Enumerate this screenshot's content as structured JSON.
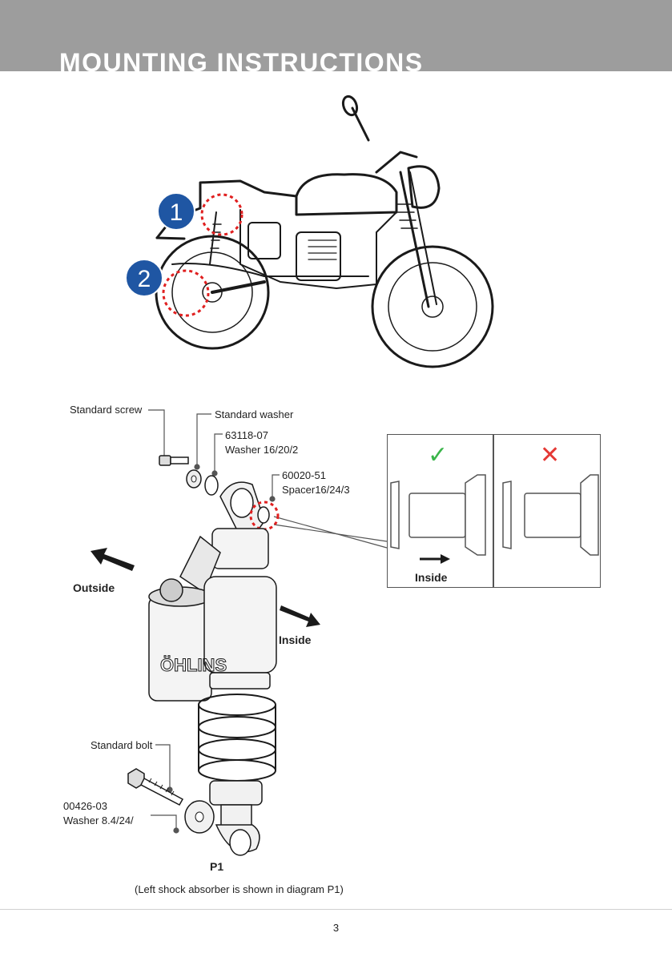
{
  "header": {
    "title": "MOUNTING INSTRUCTIONS"
  },
  "overview": {
    "callout_1": "1",
    "callout_2": "2"
  },
  "parts": {
    "standard_screw": "Standard screw",
    "standard_washer": "Standard washer",
    "washer_1_code": "63118-07",
    "washer_1_name": "Washer 16/20/2",
    "spacer_code": "60020-51",
    "spacer_name": "Spacer16/24/3",
    "standard_bolt": "Standard bolt",
    "washer_2_code": "00426-03",
    "washer_2_name": "Washer 8.4/24/"
  },
  "directions": {
    "outside": "Outside",
    "inside": "Inside"
  },
  "detail_panel": {
    "inside_label": "Inside",
    "correct_mark": "✓",
    "wrong_mark": "✕"
  },
  "shock_brand": "ÖHLINS",
  "diagram": {
    "label": "P1",
    "caption": "(Left shock absorber is shown in diagram P1)"
  },
  "footer": {
    "page_number": "3"
  },
  "colors": {
    "header": "#9d9d9d",
    "callout_blue": "#1f56a3",
    "highlight_red": "#e02020",
    "check_green": "#3ab54a",
    "cross_red": "#e53935"
  }
}
